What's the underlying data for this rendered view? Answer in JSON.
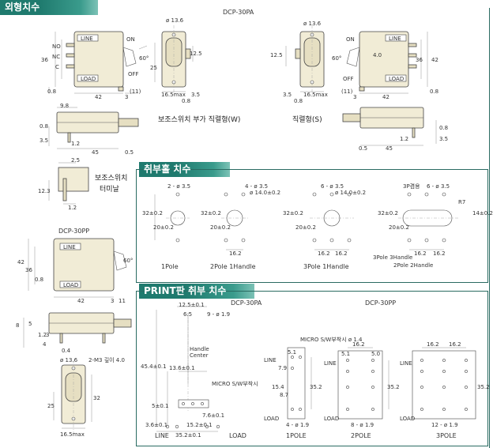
{
  "sections": {
    "outline": "외형치수",
    "mount": "취부홀 치수",
    "pcb": "PRINT판 취부 치수"
  },
  "models": {
    "pa": "DCP-30PA",
    "pp": "DCP-30PP",
    "pa2": "DCP-30PA",
    "pp2": "DCP-30PP"
  },
  "outline": {
    "sw_left": {
      "line": "LINE",
      "load": "LOAD",
      "on": "ON",
      "off": "OFF",
      "no": "NO",
      "nc": "NC",
      "c": "C",
      "d36": "36",
      "d42": "42",
      "d08": "0.8",
      "d3": "3",
      "d11": "(11)",
      "angle": "60°"
    },
    "side_a": {
      "dia": "ø 13.6",
      "d125": "12.5",
      "d25": "25",
      "d165": "16.5max",
      "d35": "3.5",
      "d08": "0.8"
    },
    "side_b": {
      "dia": "ø 13.6",
      "d125": "12.5",
      "d35": "3.5",
      "d165": "16.5max",
      "d08": "0.8"
    },
    "sw_right": {
      "line": "LINE",
      "load": "LOAD",
      "on": "ON",
      "off": "OFF",
      "d42": "42",
      "d36": "36",
      "d3": "3",
      "d11": "(11)",
      "d08": "0.8",
      "d40": "4.0",
      "angle": "60°"
    },
    "profile_a": {
      "d98": "9.8",
      "d35": "3.5",
      "d08": "0.8",
      "d12": "1.2",
      "d45": "45",
      "d05": "0.5"
    },
    "profile_b": {
      "d12": "1.2",
      "d45": "45",
      "d05": "0.5",
      "d35": "3.5",
      "d08": "0.8"
    },
    "cap_aux": "보조스위치 부가 직렬형(W)",
    "cap_series": "직렬형(S)",
    "aux_term": {
      "d25": "2.5",
      "d123": "12.3",
      "d12": "1.2",
      "line1": "보조스위치",
      "line2": "터미날"
    },
    "pp_front": {
      "line": "LINE",
      "load": "LOAD",
      "d42": "42",
      "d36": "36",
      "d08": "0.8",
      "d3": "3",
      "d11": "11",
      "d44": "42",
      "angle": "60°"
    },
    "pp_profile": {
      "d8": "8",
      "d5": "5",
      "d4": "4",
      "d12": "1.2",
      "d3": "3",
      "d04": "0.4"
    },
    "pp_side": {
      "dia": "ø 13.6",
      "m3": "2-M3 깊이 4.0",
      "d25": "25",
      "d32": "32",
      "d165": "16.5max"
    }
  },
  "mount": {
    "p1": {
      "hole": "2 - ø 3.5",
      "d32": "32±0.2",
      "d20": "20±0.2",
      "cap": "1Pole"
    },
    "p2": {
      "hole": "4 - ø 3.5",
      "big": "ø 14.0±0.2",
      "d32": "32±0.2",
      "d20": "20±0.2",
      "d162": "16.2",
      "cap": "2Pole  1Handle"
    },
    "p3": {
      "hole": "6 - ø 3.5",
      "big": "ø 14.0±0.2",
      "d32": "32±0.2",
      "d20": "20±0.2",
      "d162a": "16.2",
      "d162b": "16.2",
      "cap": "3Pole  1Handle"
    },
    "p4": {
      "r": "3P겸용",
      "hole": "6 - ø 3.5",
      "d32": "32±0.2",
      "d20": "20±0.2",
      "d14": "14±0.2",
      "r1": "R7",
      "d162a": "16.2",
      "d162b": "16.2",
      "cap1": "3Pole  3Handle",
      "cap2": "2Pole  2Handle"
    }
  },
  "pcb": {
    "pa": {
      "d125": "12.5±0.1",
      "d65": "6.5",
      "hole": "9 - ø 1.9",
      "d454": "45.4±0.1",
      "d136": "13.6±0.1",
      "hc1": "Handle",
      "hc2": "Center",
      "micro": "MICRO S/W부착시",
      "d5": "5±0.1",
      "d36": "3.6±0.1",
      "d76": "7.6±0.1",
      "d152": "15.2±0.1",
      "d352": "35.2±0.1",
      "line": "LINE",
      "load": "LOAD"
    },
    "p1": {
      "micro": "MICRO S/W부착시 ø 1.4",
      "line": "LINE",
      "load": "LOAD",
      "d51": "5.1",
      "d79": "7.9",
      "d154": "15.4",
      "d87": "8.7",
      "d352": "35.2",
      "hole": "4 - ø 1.9",
      "cap": "1POLE"
    },
    "p2": {
      "d162": "16.2",
      "d51": "5.1",
      "d50": "5.0",
      "line": "LINE",
      "load": "LOAD",
      "d352": "35.2",
      "hole": "8 - ø 1.9",
      "cap": "2POLE"
    },
    "p3": {
      "d162a": "16.2",
      "d162b": "16.2",
      "line": "LINE",
      "load": "LOAD",
      "d352": "35.2",
      "hole": "12 - ø 1.9",
      "cap": "3POLE"
    }
  }
}
